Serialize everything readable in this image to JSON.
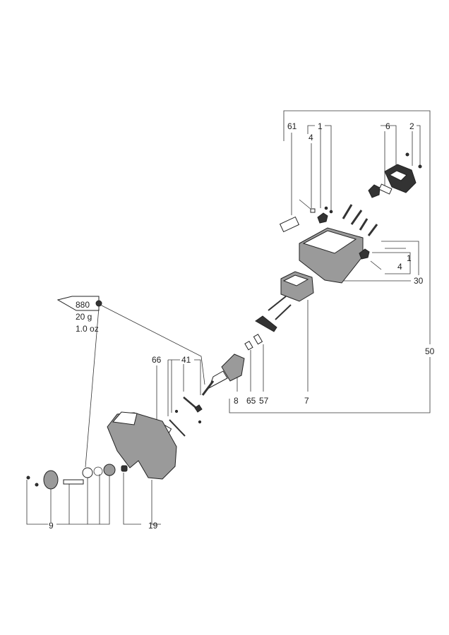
{
  "diagram": {
    "labels": {
      "p61": "61",
      "p4a": "4",
      "p1a": "1",
      "p6": "6",
      "p2": "2",
      "p1b": "1",
      "p4b": "4",
      "p30": "30",
      "p50": "50",
      "p7": "7",
      "p8": "8",
      "p65": "65",
      "p57": "57",
      "p66": "66",
      "p41": "41",
      "p9": "9",
      "p19": "19"
    },
    "grease": {
      "code": "880",
      "weight_g": "20 g",
      "weight_oz": "1.0 oz"
    }
  }
}
